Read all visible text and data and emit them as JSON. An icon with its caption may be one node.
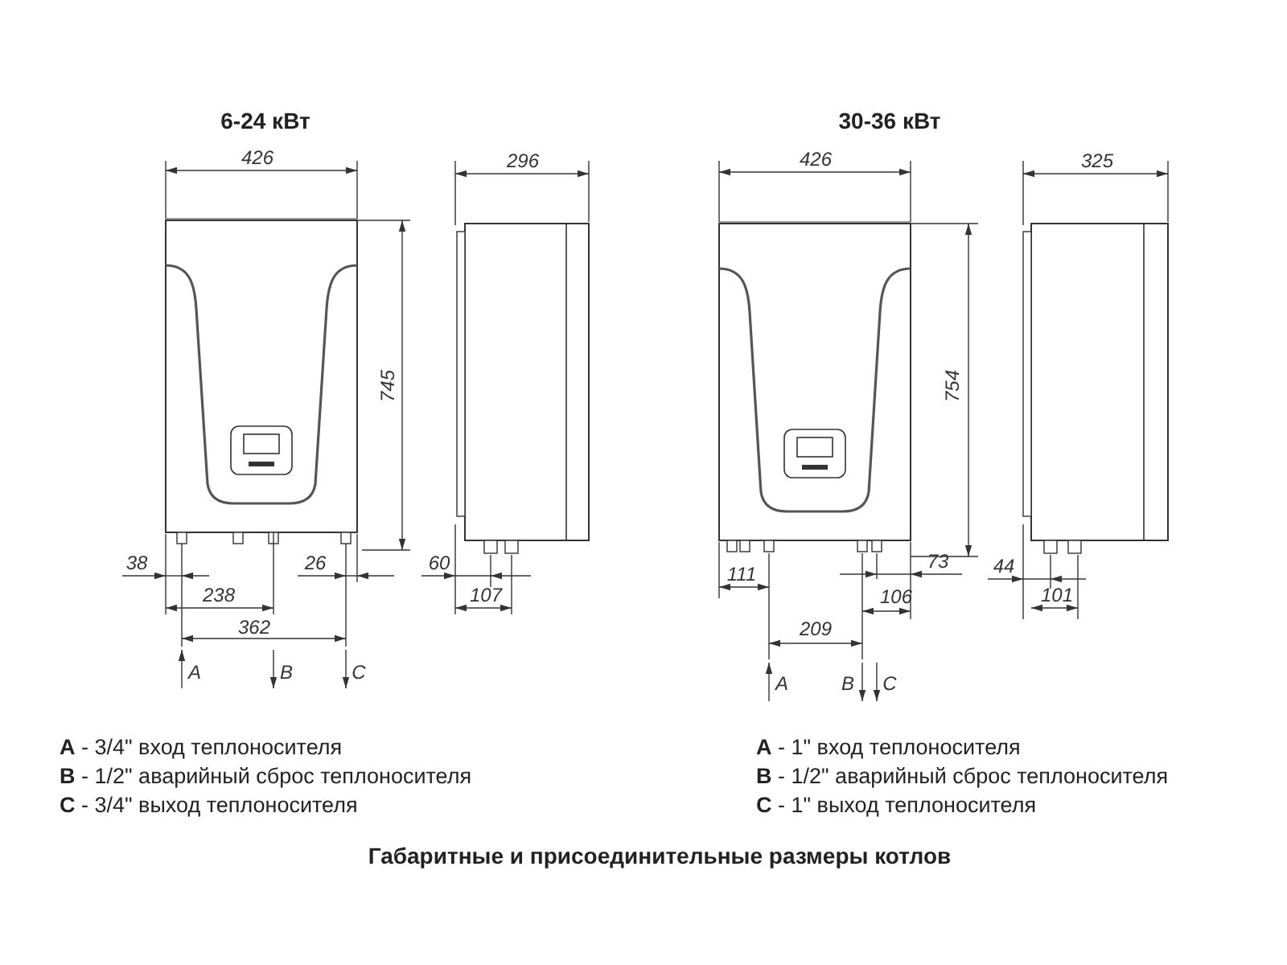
{
  "diagram": {
    "caption": "Габаритные и присоединительные размеры котлов",
    "labels": [
      "6-24 кВт",
      "426",
      "296",
      "745",
      "38",
      "26",
      "60",
      "238",
      "107",
      "362",
      "A",
      "B",
      "C",
      "30-36 кВт",
      "426",
      "325",
      "754",
      "73",
      "111",
      "44",
      "106",
      "101",
      "209",
      "A",
      "B",
      "C",
      "**A** - 3/4\" вход теплоносителя",
      "**B** - 1/2\" аварийный сброс теплоносителя",
      "**C** - 3/4\" выход теплоносителя",
      "**A** - 1\" вход теплоносителя",
      "**B** - 1/2\" аварийный сброс теплоносителя",
      "**C** - 1\" выход теплоносителя"
    ]
  }
}
